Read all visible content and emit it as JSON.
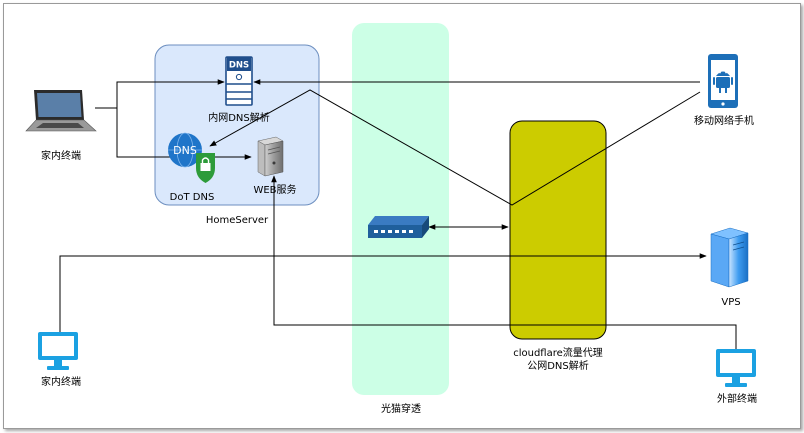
{
  "diagram": {
    "labels": {
      "home_terminal_top": "家内终端",
      "internal_dns": "内网DNS解析",
      "dot_dns": "DoT DNS",
      "web_service": "WEB服务",
      "home_server": "HomeServer",
      "mobile_phone": "移动网络手机",
      "vps": "VPS",
      "home_terminal_bottom": "家内终端",
      "cloudflare_line1": "cloudflare流量代理",
      "cloudflare_line2": "公网DNS解析",
      "nat_traversal": "光猫穿透",
      "external_terminal": "外部终端"
    },
    "icon_text": {
      "dns_server": "DNS",
      "dns_globe": "DNS"
    },
    "colors": {
      "home_server_box": "#dae8fc",
      "home_server_border": "#6c8ebf",
      "tunnel_band": "#ccffe6",
      "cloudflare_box": "#cccc00",
      "monitor_blue": "#1ba1e2",
      "router_blue": "#1f5f9c",
      "phone_blue": "#1d6fb8",
      "lock_green": "#2d9b3a"
    }
  }
}
